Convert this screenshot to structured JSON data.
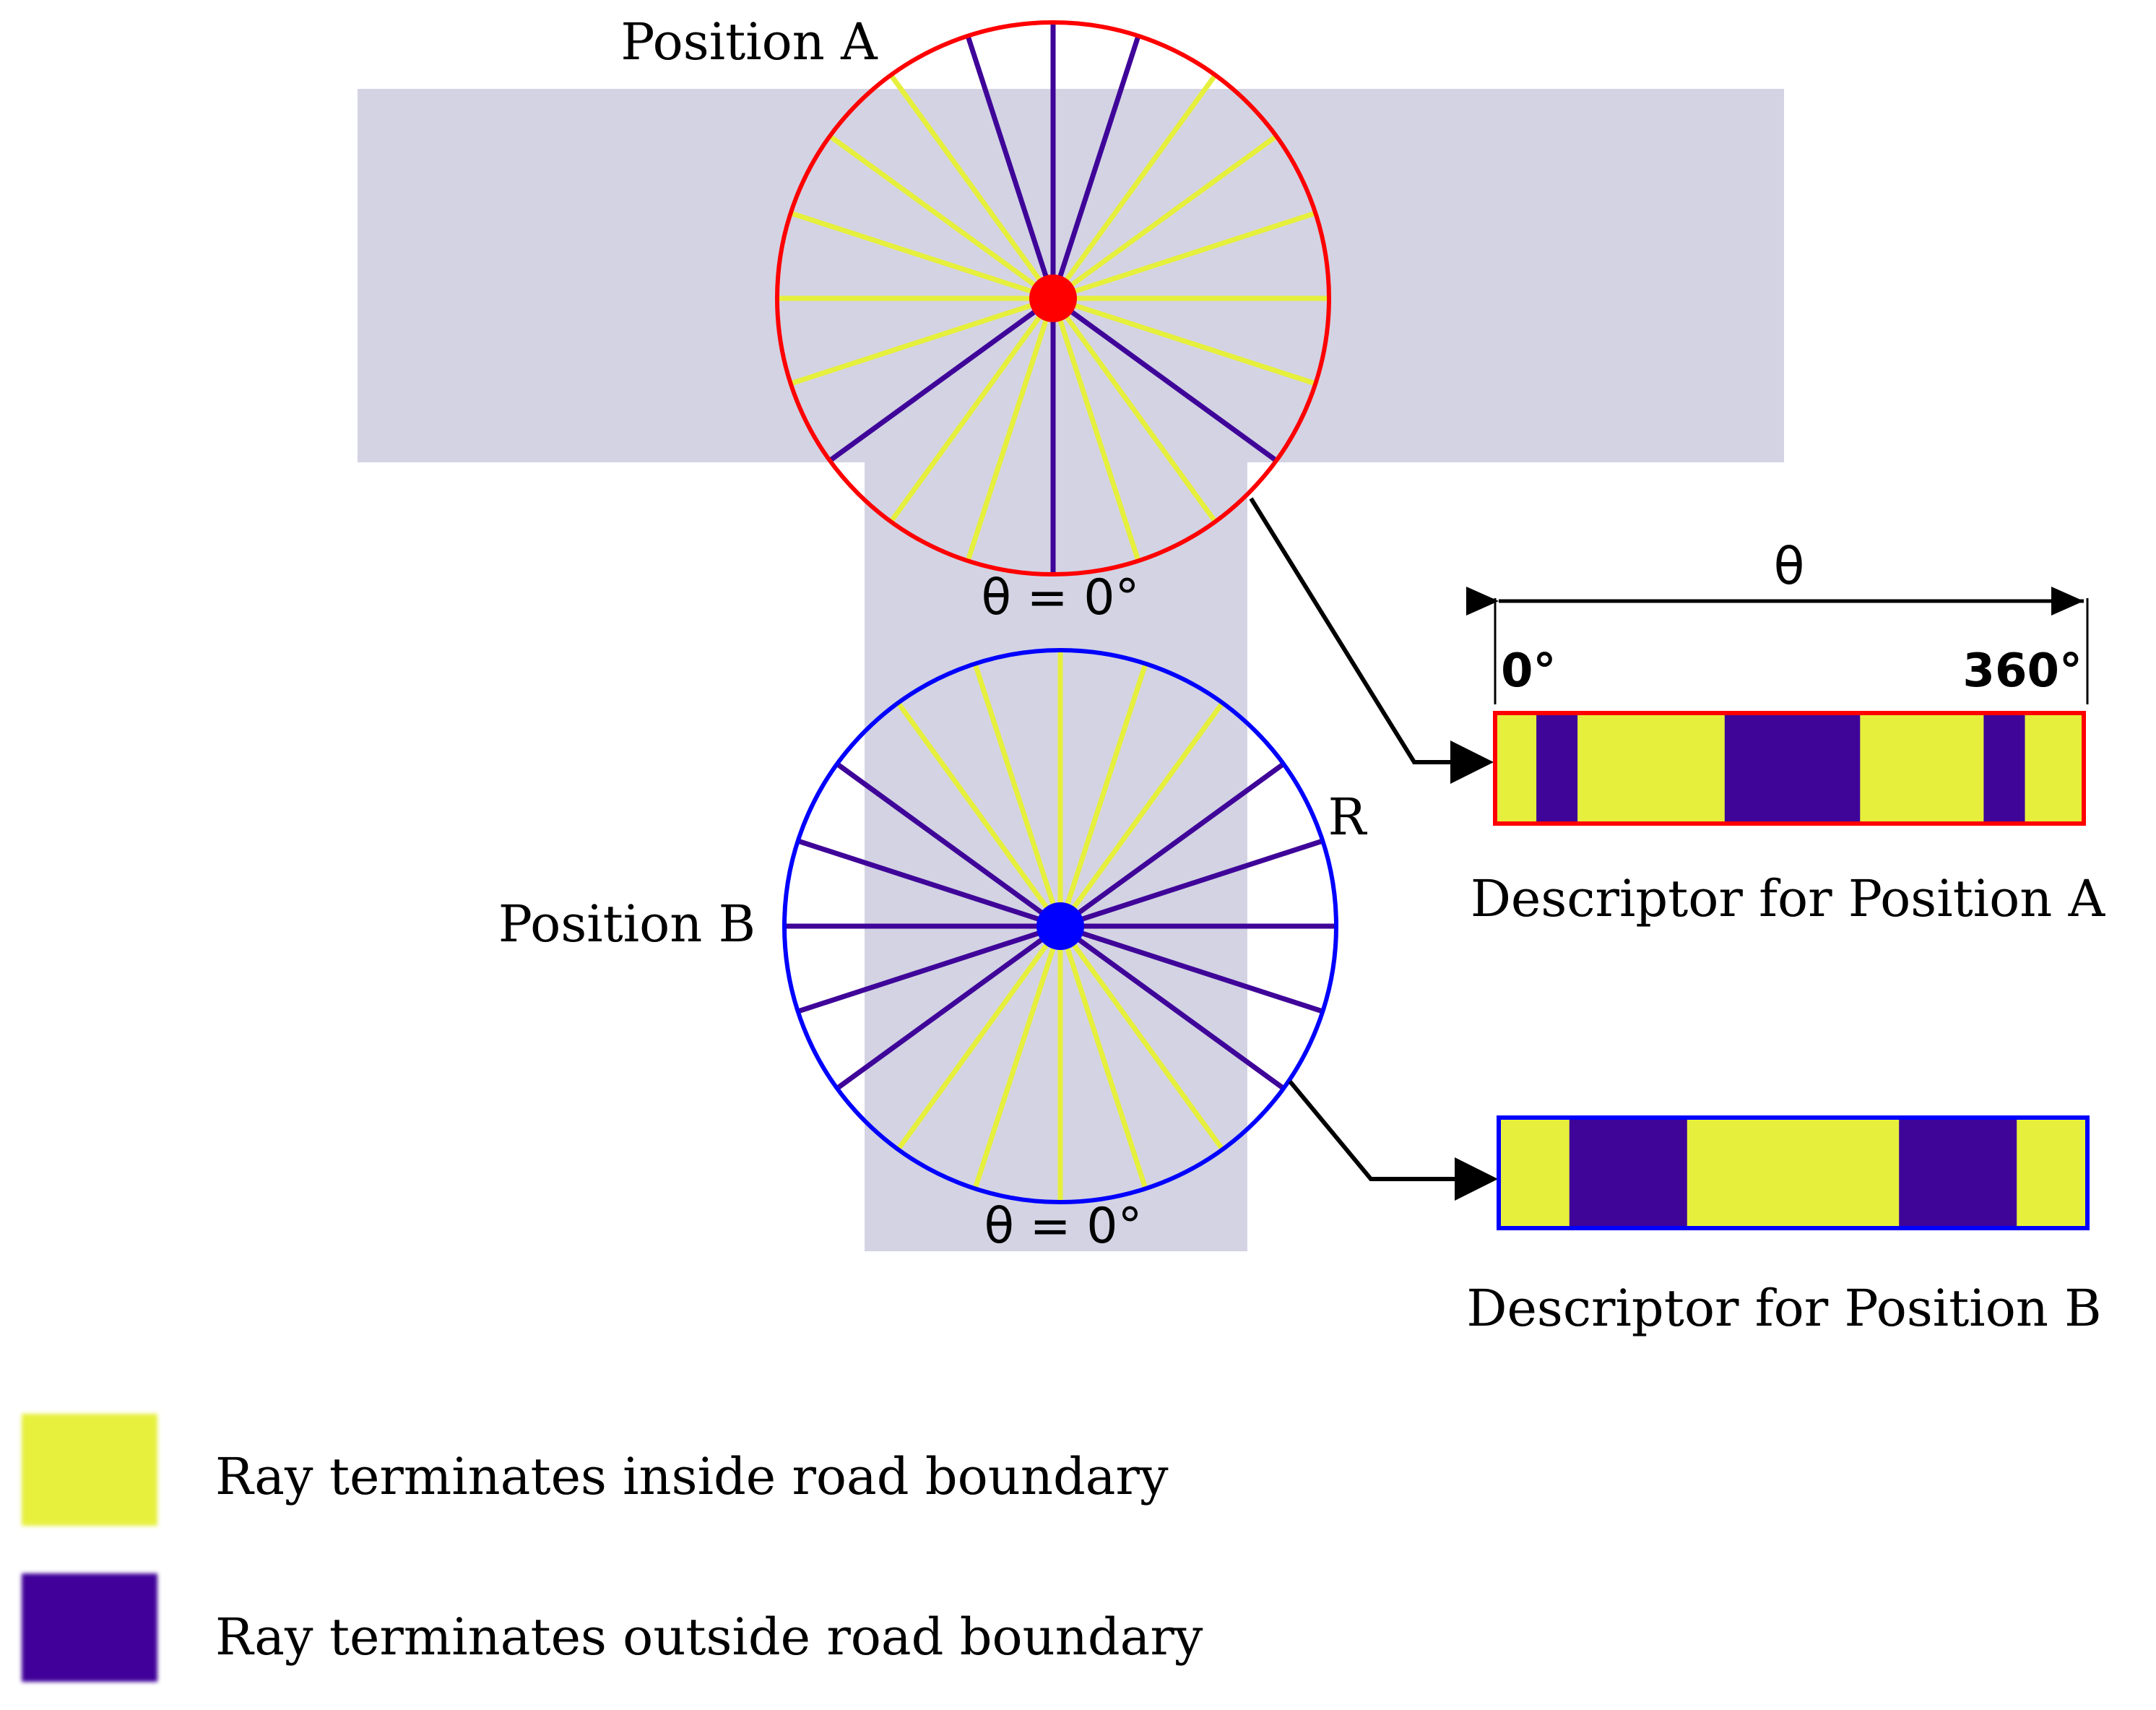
{
  "labels": {
    "position_a": "Position A",
    "position_b": "Position B",
    "theta_zero_a": "θ = 0°",
    "theta_zero_b": "θ = 0°",
    "radius": "R",
    "theta_axis": "θ",
    "axis_start": "0°",
    "axis_end": "360°",
    "descriptor_a": "Descriptor for Position A",
    "descriptor_b": "Descriptor for Position B"
  },
  "legend": [
    {
      "color": "#e6f03c",
      "label": "Ray terminates inside road boundary"
    },
    {
      "color": "#3f0599",
      "label": "Ray terminates outside road boundary"
    }
  ],
  "colors": {
    "road": "#d3d3e3",
    "inside": "#e6f03c",
    "outside": "#3f0599",
    "position_a": "#ff0000",
    "position_b": "#0000ff",
    "arrow": "#000000"
  },
  "positions": {
    "a": {
      "ray_count": 20,
      "rays": [
        "outside",
        "yellow",
        "yellow",
        "outside",
        "yellow",
        "yellow",
        "yellow",
        "yellow",
        "yellow",
        "outside",
        "outside",
        "outside",
        "yellow",
        "yellow",
        "yellow",
        "yellow",
        "yellow",
        "outside",
        "yellow",
        "yellow"
      ]
    },
    "b": {
      "ray_count": 20,
      "rays": [
        "yellow",
        "yellow",
        "yellow",
        "outside",
        "outside",
        "outside",
        "outside",
        "outside",
        "yellow",
        "yellow",
        "yellow",
        "yellow",
        "yellow",
        "outside",
        "outside",
        "outside",
        "outside",
        "outside",
        "yellow",
        "yellow"
      ]
    }
  },
  "descriptors": {
    "a": {
      "segments": [
        {
          "from": 0,
          "to": 0.07,
          "value": "inside"
        },
        {
          "from": 0.07,
          "to": 0.14,
          "value": "outside"
        },
        {
          "from": 0.14,
          "to": 0.39,
          "value": "inside"
        },
        {
          "from": 0.39,
          "to": 0.62,
          "value": "outside"
        },
        {
          "from": 0.62,
          "to": 0.83,
          "value": "inside"
        },
        {
          "from": 0.83,
          "to": 0.9,
          "value": "outside"
        },
        {
          "from": 0.9,
          "to": 1,
          "value": "inside"
        }
      ]
    },
    "b": {
      "segments": [
        {
          "from": 0,
          "to": 0.12,
          "value": "inside"
        },
        {
          "from": 0.12,
          "to": 0.32,
          "value": "outside"
        },
        {
          "from": 0.32,
          "to": 0.68,
          "value": "inside"
        },
        {
          "from": 0.68,
          "to": 0.88,
          "value": "outside"
        },
        {
          "from": 0.88,
          "to": 1,
          "value": "inside"
        }
      ]
    }
  }
}
